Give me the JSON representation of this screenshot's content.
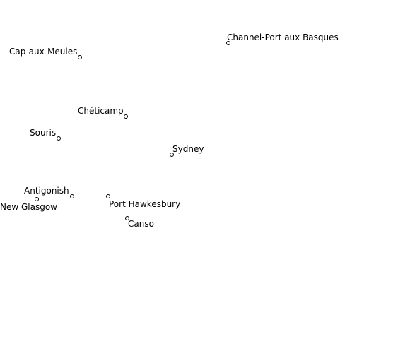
{
  "map": {
    "background": "#ffffff",
    "marker_color": "#000000",
    "places": [
      {
        "id": "channel-port-aux-basques",
        "name": "Channel-Port aux Basques"
      },
      {
        "id": "cap-aux-meules",
        "name": "Cap-aux-Meules"
      },
      {
        "id": "cheticamp",
        "name": "Chéticamp"
      },
      {
        "id": "souris",
        "name": "Souris"
      },
      {
        "id": "sydney",
        "name": "Sydney"
      },
      {
        "id": "antigonish",
        "name": "Antigonish"
      },
      {
        "id": "new-glasgow",
        "name": "New Glasgow"
      },
      {
        "id": "port-hawkesbury",
        "name": "Port Hawkesbury"
      },
      {
        "id": "canso",
        "name": "Canso"
      }
    ]
  }
}
